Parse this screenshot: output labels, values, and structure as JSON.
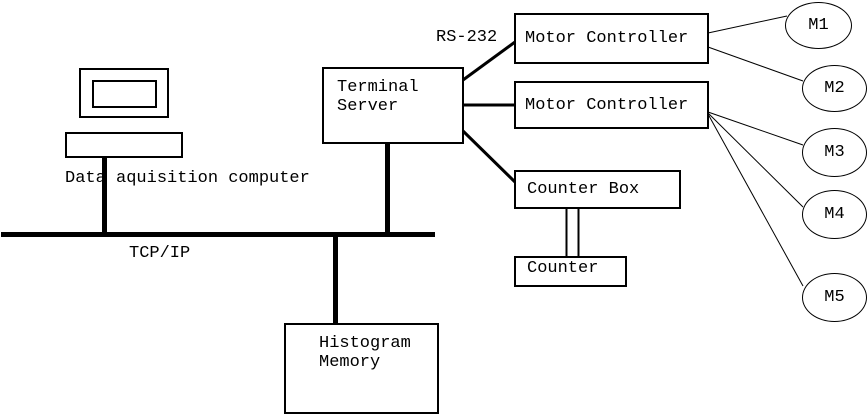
{
  "diagram": {
    "computer_label": "Data aquisition computer",
    "bus_label": "TCP/IP",
    "serial_label": "RS-232",
    "terminal_server": {
      "line1": "Terminal",
      "line2": "Server"
    },
    "motor_controller_1": {
      "label": "Motor Controller"
    },
    "motor_controller_2": {
      "label": "Motor Controller"
    },
    "counter_box": {
      "label": "Counter Box"
    },
    "counter": {
      "label": "Counter"
    },
    "histogram_memory": {
      "line1": "Histogram",
      "line2": "Memory"
    },
    "motors": [
      {
        "label": "M1"
      },
      {
        "label": "M2"
      },
      {
        "label": "M3"
      },
      {
        "label": "M4"
      },
      {
        "label": "M5"
      }
    ],
    "colors": {
      "stroke": "#000000",
      "background": "#ffffff"
    }
  }
}
